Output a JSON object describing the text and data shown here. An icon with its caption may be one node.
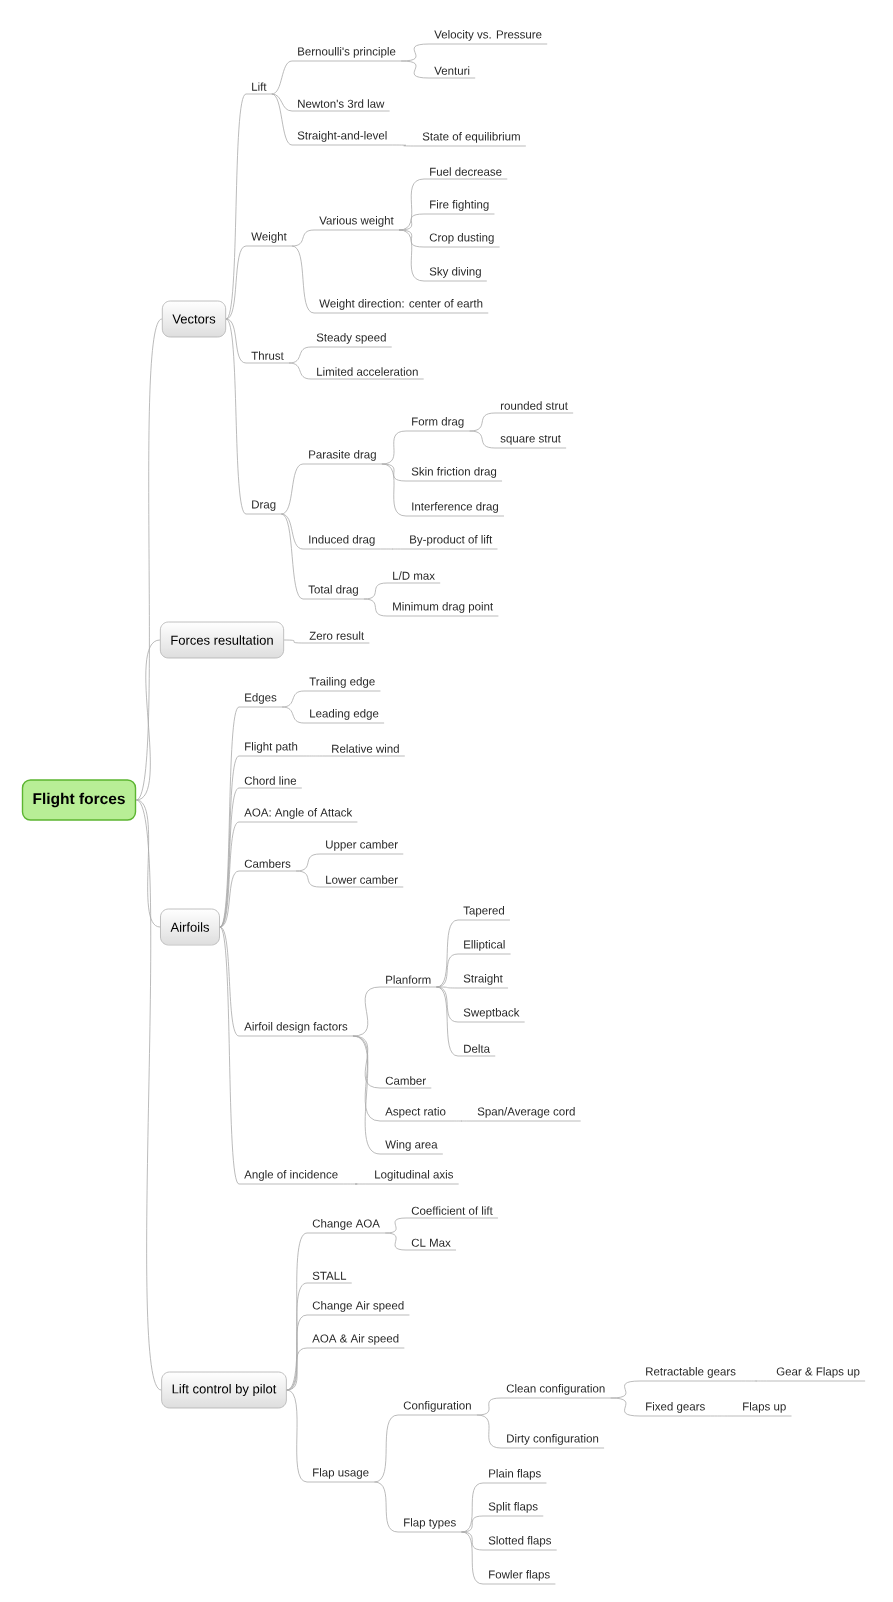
{
  "diagram": {
    "nodes": [
      {
        "text": [
          "Flight forces"
        ]
      },
      {
        "text": [
          "Vectors"
        ]
      },
      {
        "text": [
          "Lift"
        ]
      },
      {
        "text": [
          "Bernoulli's principle"
        ]
      },
      {
        "text": [
          "Velocity vs. Pressure"
        ]
      },
      {
        "text": [
          "Venturi"
        ]
      },
      {
        "text": [
          "Newton's 3rd law"
        ]
      },
      {
        "text": [
          "Straight-and-level"
        ]
      },
      {
        "text": [
          "State of equilibrium"
        ]
      },
      {
        "text": [
          "Weight"
        ]
      },
      {
        "text": [
          "Various weight"
        ]
      },
      {
        "text": [
          "Fuel decrease"
        ]
      },
      {
        "text": [
          "Fire fighting"
        ]
      },
      {
        "text": [
          "Crop dusting"
        ]
      },
      {
        "text": [
          "Sky diving"
        ]
      },
      {
        "text": [
          "Weight direction: center of earth"
        ]
      },
      {
        "text": [
          "Thrust"
        ]
      },
      {
        "text": [
          "Steady speed"
        ]
      },
      {
        "text": [
          "Limited acceleration"
        ]
      },
      {
        "text": [
          "Drag"
        ]
      },
      {
        "text": [
          "Parasite drag"
        ]
      },
      {
        "text": [
          "Form drag"
        ]
      },
      {
        "text": [
          "rounded strut"
        ]
      },
      {
        "text": [
          "square strut"
        ]
      },
      {
        "text": [
          "Skin friction drag"
        ]
      },
      {
        "text": [
          "Interference drag"
        ]
      },
      {
        "text": [
          "Induced drag"
        ]
      },
      {
        "text": [
          "By-product of lift"
        ]
      },
      {
        "text": [
          "Total drag"
        ]
      },
      {
        "text": [
          "L/D max"
        ]
      },
      {
        "text": [
          "Minimum drag point"
        ]
      },
      {
        "text": [
          "Forces resultation"
        ]
      },
      {
        "text": [
          "Zero result"
        ]
      },
      {
        "text": [
          "Airfoils"
        ]
      },
      {
        "text": [
          "Edges"
        ]
      },
      {
        "text": [
          "Trailing edge"
        ]
      },
      {
        "text": [
          "Leading edge"
        ]
      },
      {
        "text": [
          "Flight path"
        ]
      },
      {
        "text": [
          "Relative wind"
        ]
      },
      {
        "text": [
          "Chord line"
        ]
      },
      {
        "text": [
          "AOA: Angle of Attack"
        ]
      },
      {
        "text": [
          "Cambers"
        ]
      },
      {
        "text": [
          "Upper camber"
        ]
      },
      {
        "text": [
          "Lower camber"
        ]
      },
      {
        "text": [
          "Airfoil design factors"
        ]
      },
      {
        "text": [
          "Planform"
        ]
      },
      {
        "text": [
          "Tapered"
        ]
      },
      {
        "text": [
          "Elliptical"
        ]
      },
      {
        "text": [
          "Straight"
        ]
      },
      {
        "text": [
          "Sweptback"
        ]
      },
      {
        "text": [
          "Delta"
        ]
      },
      {
        "text": [
          "Camber"
        ]
      },
      {
        "text": [
          "Aspect ratio"
        ]
      },
      {
        "text": [
          "Span/Average cord"
        ]
      },
      {
        "text": [
          "Wing area"
        ]
      },
      {
        "text": [
          "Angle of incidence"
        ]
      },
      {
        "text": [
          "Logitudinal axis"
        ]
      },
      {
        "text": [
          "Lift control by pilot"
        ]
      },
      {
        "text": [
          "Change AOA"
        ]
      },
      {
        "text": [
          "Coefficient of lift"
        ]
      },
      {
        "text": [
          "CL Max"
        ]
      },
      {
        "text": [
          "STALL"
        ]
      },
      {
        "text": [
          "Change Air speed"
        ]
      },
      {
        "text": [
          "AOA & Air speed"
        ]
      },
      {
        "text": [
          "Flap usage"
        ]
      },
      {
        "text": [
          "Configuration"
        ]
      },
      {
        "text": [
          "Clean configuration"
        ]
      },
      {
        "text": [
          "Retractable gears"
        ]
      },
      {
        "text": [
          "Gear & Flaps up"
        ]
      },
      {
        "text": [
          "Fixed gears"
        ]
      },
      {
        "text": [
          "Flaps up"
        ]
      },
      {
        "text": [
          "Dirty configuration"
        ]
      },
      {
        "text": [
          "Flap types"
        ]
      },
      {
        "text": [
          "Plain flaps"
        ]
      },
      {
        "text": [
          "Split flaps"
        ]
      },
      {
        "text": [
          "Slotted flaps"
        ]
      },
      {
        "text": [
          "Fowler flaps"
        ]
      }
    ],
    "edges": [
      {
        "from": 0,
        "to": 1,
        "arrow": "none"
      },
      {
        "from": 0,
        "to": 31,
        "arrow": "none"
      },
      {
        "from": 0,
        "to": 33,
        "arrow": "none"
      },
      {
        "from": 0,
        "to": 57,
        "arrow": "none"
      },
      {
        "from": 1,
        "to": 2,
        "arrow": "none"
      },
      {
        "from": 1,
        "to": 9,
        "arrow": "none"
      },
      {
        "from": 1,
        "to": 16,
        "arrow": "none"
      },
      {
        "from": 1,
        "to": 19,
        "arrow": "none"
      },
      {
        "from": 2,
        "to": 3,
        "arrow": "none"
      },
      {
        "from": 3,
        "to": 4,
        "arrow": "none"
      },
      {
        "from": 3,
        "to": 5,
        "arrow": "none"
      },
      {
        "from": 2,
        "to": 6,
        "arrow": "none"
      },
      {
        "from": 2,
        "to": 7,
        "arrow": "none"
      },
      {
        "from": 7,
        "to": 8,
        "arrow": "none"
      },
      {
        "from": 9,
        "to": 10,
        "arrow": "none"
      },
      {
        "from": 10,
        "to": 11,
        "arrow": "none"
      },
      {
        "from": 10,
        "to": 12,
        "arrow": "none"
      },
      {
        "from": 10,
        "to": 13,
        "arrow": "none"
      },
      {
        "from": 10,
        "to": 14,
        "arrow": "none"
      },
      {
        "from": 9,
        "to": 15,
        "arrow": "none"
      },
      {
        "from": 16,
        "to": 17,
        "arrow": "none"
      },
      {
        "from": 16,
        "to": 18,
        "arrow": "none"
      },
      {
        "from": 19,
        "to": 20,
        "arrow": "none"
      },
      {
        "from": 20,
        "to": 21,
        "arrow": "none"
      },
      {
        "from": 21,
        "to": 22,
        "arrow": "none"
      },
      {
        "from": 21,
        "to": 23,
        "arrow": "none"
      },
      {
        "from": 20,
        "to": 24,
        "arrow": "none"
      },
      {
        "from": 20,
        "to": 25,
        "arrow": "none"
      },
      {
        "from": 19,
        "to": 26,
        "arrow": "none"
      },
      {
        "from": 26,
        "to": 27,
        "arrow": "none"
      },
      {
        "from": 19,
        "to": 28,
        "arrow": "none"
      },
      {
        "from": 28,
        "to": 29,
        "arrow": "none"
      },
      {
        "from": 28,
        "to": 30,
        "arrow": "none"
      },
      {
        "from": 31,
        "to": 32,
        "arrow": "none"
      },
      {
        "from": 33,
        "to": 34,
        "arrow": "none"
      },
      {
        "from": 34,
        "to": 35,
        "arrow": "none"
      },
      {
        "from": 34,
        "to": 36,
        "arrow": "none"
      },
      {
        "from": 33,
        "to": 37,
        "arrow": "none"
      },
      {
        "from": 37,
        "to": 38,
        "arrow": "none"
      },
      {
        "from": 33,
        "to": 39,
        "arrow": "none"
      },
      {
        "from": 33,
        "to": 40,
        "arrow": "none"
      },
      {
        "from": 33,
        "to": 41,
        "arrow": "none"
      },
      {
        "from": 41,
        "to": 42,
        "arrow": "none"
      },
      {
        "from": 41,
        "to": 43,
        "arrow": "none"
      },
      {
        "from": 33,
        "to": 44,
        "arrow": "none"
      },
      {
        "from": 44,
        "to": 45,
        "arrow": "none"
      },
      {
        "from": 45,
        "to": 46,
        "arrow": "none"
      },
      {
        "from": 45,
        "to": 47,
        "arrow": "none"
      },
      {
        "from": 45,
        "to": 48,
        "arrow": "none"
      },
      {
        "from": 45,
        "to": 49,
        "arrow": "none"
      },
      {
        "from": 45,
        "to": 50,
        "arrow": "none"
      },
      {
        "from": 44,
        "to": 51,
        "arrow": "none"
      },
      {
        "from": 44,
        "to": 52,
        "arrow": "none"
      },
      {
        "from": 52,
        "to": 53,
        "arrow": "none"
      },
      {
        "from": 44,
        "to": 54,
        "arrow": "none"
      },
      {
        "from": 33,
        "to": 55,
        "arrow": "none"
      },
      {
        "from": 55,
        "to": 56,
        "arrow": "none"
      },
      {
        "from": 57,
        "to": 58,
        "arrow": "none"
      },
      {
        "from": 58,
        "to": 59,
        "arrow": "none"
      },
      {
        "from": 58,
        "to": 60,
        "arrow": "none"
      },
      {
        "from": 57,
        "to": 61,
        "arrow": "none"
      },
      {
        "from": 57,
        "to": 62,
        "arrow": "none"
      },
      {
        "from": 57,
        "to": 63,
        "arrow": "none"
      },
      {
        "from": 57,
        "to": 64,
        "arrow": "none"
      },
      {
        "from": 64,
        "to": 65,
        "arrow": "none"
      },
      {
        "from": 65,
        "to": 66,
        "arrow": "none"
      },
      {
        "from": 66,
        "to": 67,
        "arrow": "none"
      },
      {
        "from": 67,
        "to": 68,
        "arrow": "none"
      },
      {
        "from": 66,
        "to": 69,
        "arrow": "none"
      },
      {
        "from": 69,
        "to": 70,
        "arrow": "none"
      },
      {
        "from": 65,
        "to": 71,
        "arrow": "none"
      },
      {
        "from": 64,
        "to": 72,
        "arrow": "none"
      },
      {
        "from": 72,
        "to": 73,
        "arrow": "none"
      },
      {
        "from": 72,
        "to": 74,
        "arrow": "none"
      },
      {
        "from": 72,
        "to": 75,
        "arrow": "none"
      },
      {
        "from": 72,
        "to": 76,
        "arrow": "none"
      }
    ]
  }
}
